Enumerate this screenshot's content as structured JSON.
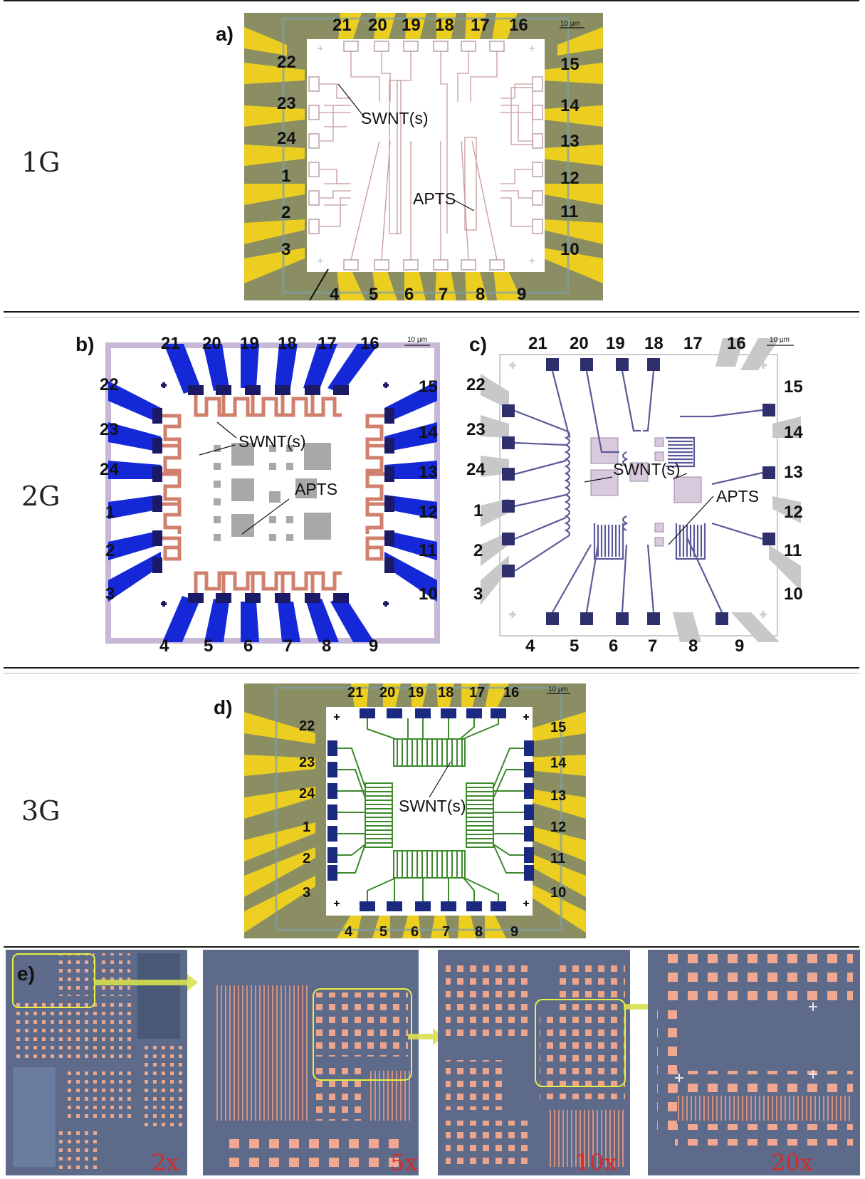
{
  "generations": {
    "g1": "1G",
    "g2": "2G",
    "g3": "3G"
  },
  "panels": {
    "a": "a)",
    "b": "b)",
    "c": "c)",
    "d": "d)",
    "e": "e)"
  },
  "scale_bar": "10 µm",
  "annotations": {
    "swnt": "SWNT(s)",
    "apts": "APTS"
  },
  "pads": {
    "top": [
      "21",
      "20",
      "19",
      "18",
      "17",
      "16"
    ],
    "bottom": [
      "4",
      "5",
      "6",
      "7",
      "8",
      "9"
    ],
    "left": [
      "22",
      "23",
      "24",
      "1",
      "2",
      "3"
    ],
    "right": [
      "15",
      "14",
      "13",
      "12",
      "11",
      "10"
    ]
  },
  "magnifications": [
    "2x",
    "5x",
    "10x",
    "20x"
  ],
  "colors": {
    "gold": "#f2d21e",
    "olive_bg": "#8a8e62",
    "blue_pad": "#1428d8",
    "navy_pad": "#1b2a80",
    "copper_trace": "#d0806c",
    "green_trace": "#3c8a2c",
    "purple_trace": "#5a5a9a",
    "wafer_bg": "#5e6a8a",
    "mag_label": "#d62a2a",
    "highlight": "#e8f040"
  }
}
